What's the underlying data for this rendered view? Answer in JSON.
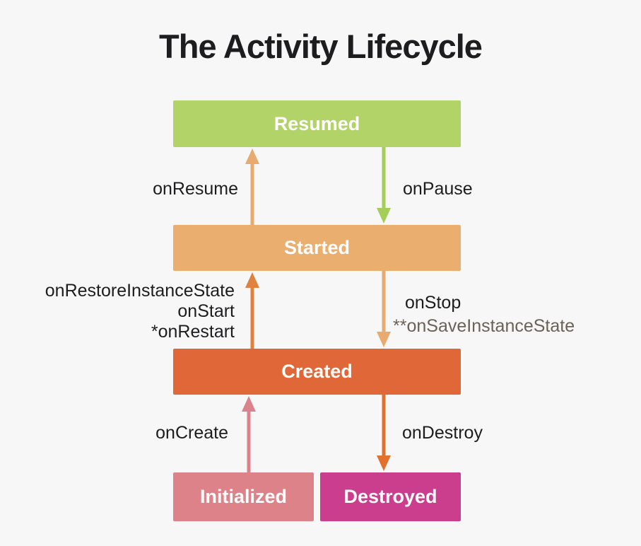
{
  "title": "The Activity Lifecycle",
  "colors": {
    "background": "#f7f7f7",
    "text": "#1d1d1f",
    "note_text": "#6b6257"
  },
  "states": [
    {
      "label": "Resumed",
      "color": "#b1d367"
    },
    {
      "label": "Started",
      "color": "#eaae6f"
    },
    {
      "label": "Created",
      "color": "#e06737"
    },
    {
      "label": "Initialized",
      "color": "#dd8289"
    },
    {
      "label": "Destroyed",
      "color": "#cb3d8d"
    }
  ],
  "transitions": [
    {
      "label": "onResume",
      "direction": "up",
      "from": "Started",
      "to": "Resumed",
      "arrow_color": "#e8aa6e"
    },
    {
      "label": "onPause",
      "direction": "down",
      "from": "Resumed",
      "to": "Started",
      "arrow_color": "#a4ce57"
    },
    {
      "label_lines": [
        "onRestoreInstanceState",
        "onStart",
        "*onRestart"
      ],
      "direction": "up",
      "from": "Created",
      "to": "Started",
      "arrow_color": "#e0813f"
    },
    {
      "label": "onStop",
      "sublabel": "**onSaveInstanceState",
      "direction": "down",
      "from": "Started",
      "to": "Created",
      "arrow_color": "#e8aa6e"
    },
    {
      "label": "onCreate",
      "direction": "up",
      "from": "Initialized",
      "to": "Created",
      "arrow_color": "#da838d"
    },
    {
      "label": "onDestroy",
      "direction": "down",
      "from": "Created",
      "to": "Destroyed",
      "arrow_color": "#e2712e"
    }
  ]
}
